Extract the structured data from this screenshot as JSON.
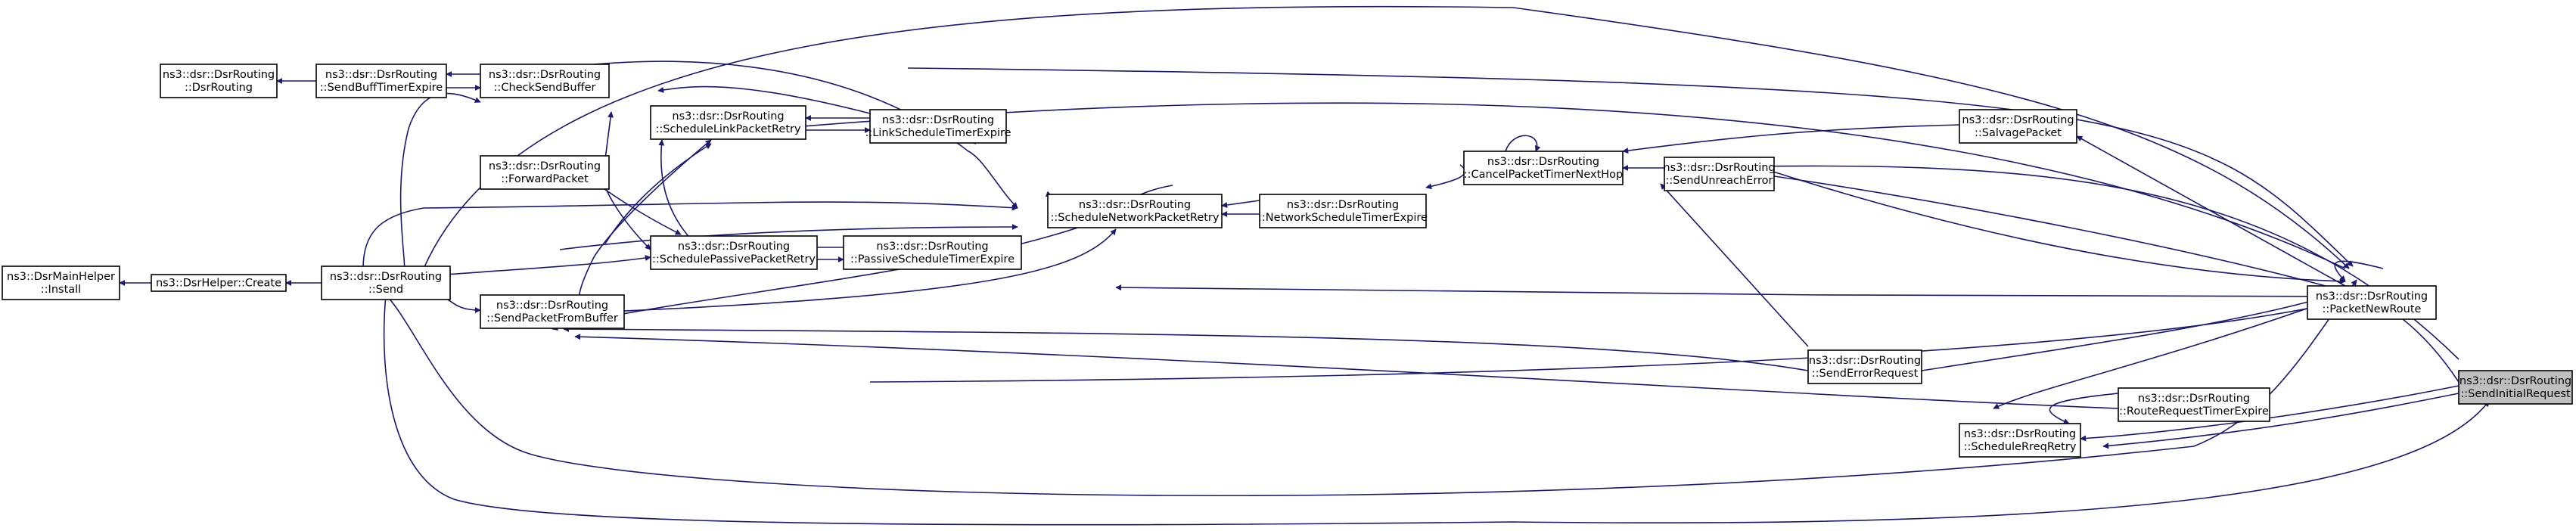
{
  "graph": {
    "edge_color": "#191970",
    "focus_fill": "#bfbfbf",
    "nodes": [
      {
        "id": "install",
        "lines": [
          "ns3::DsrMainHelper",
          "::Install"
        ]
      },
      {
        "id": "create",
        "lines": [
          "ns3::DsrHelper::Create"
        ]
      },
      {
        "id": "send",
        "lines": [
          "ns3::dsr::DsrRouting",
          "::Send"
        ]
      },
      {
        "id": "dsrrouting",
        "lines": [
          "ns3::dsr::DsrRouting",
          "::DsrRouting"
        ]
      },
      {
        "id": "sendbufftimer",
        "lines": [
          "ns3::dsr::DsrRouting",
          "::SendBuffTimerExpire"
        ]
      },
      {
        "id": "checksendbuffer",
        "lines": [
          "ns3::dsr::DsrRouting",
          "::CheckSendBuffer"
        ]
      },
      {
        "id": "forwardpacket",
        "lines": [
          "ns3::dsr::DsrRouting",
          "::ForwardPacket"
        ]
      },
      {
        "id": "sendpacketfrombuffer",
        "lines": [
          "ns3::dsr::DsrRouting",
          "::SendPacketFromBuffer"
        ]
      },
      {
        "id": "schedulelinkpacketretry",
        "lines": [
          "ns3::dsr::DsrRouting",
          "::ScheduleLinkPacketRetry"
        ]
      },
      {
        "id": "schedulepassivepacketretry",
        "lines": [
          "ns3::dsr::DsrRouting",
          "::SchedulePassivePacketRetry"
        ]
      },
      {
        "id": "linkscheduletimer",
        "lines": [
          "ns3::dsr::DsrRouting",
          "::LinkScheduleTimerExpire"
        ]
      },
      {
        "id": "passivescheduletimer",
        "lines": [
          "ns3::dsr::DsrRouting",
          "::PassiveScheduleTimerExpire"
        ]
      },
      {
        "id": "schedulenetworkpacketretry",
        "lines": [
          "ns3::dsr::DsrRouting",
          "::ScheduleNetworkPacketRetry"
        ]
      },
      {
        "id": "networkscheduletimer",
        "lines": [
          "ns3::dsr::DsrRouting",
          "::NetworkScheduleTimerExpire"
        ]
      },
      {
        "id": "cancelpackettimer",
        "lines": [
          "ns3::dsr::DsrRouting",
          "::CancelPacketTimerNextHop"
        ]
      },
      {
        "id": "salvagepacket",
        "lines": [
          "ns3::dsr::DsrRouting",
          "::SalvagePacket"
        ]
      },
      {
        "id": "sendunreacherror",
        "lines": [
          "ns3::dsr::DsrRouting",
          "::SendUnreachError"
        ]
      },
      {
        "id": "senderrorrequest",
        "lines": [
          "ns3::dsr::DsrRouting",
          "::SendErrorRequest"
        ]
      },
      {
        "id": "schedulereqretry",
        "lines": [
          "ns3::dsr::DsrRouting",
          "::ScheduleRreqRetry"
        ]
      },
      {
        "id": "routerequesttimer",
        "lines": [
          "ns3::dsr::DsrRouting",
          "::RouteRequestTimerExpire"
        ]
      },
      {
        "id": "packetnewroute",
        "lines": [
          "ns3::dsr::DsrRouting",
          "::PacketNewRoute"
        ]
      },
      {
        "id": "sendinitialrequest",
        "lines": [
          "ns3::dsr::DsrRouting",
          "::SendInitialRequest"
        ],
        "focus": true
      }
    ]
  }
}
